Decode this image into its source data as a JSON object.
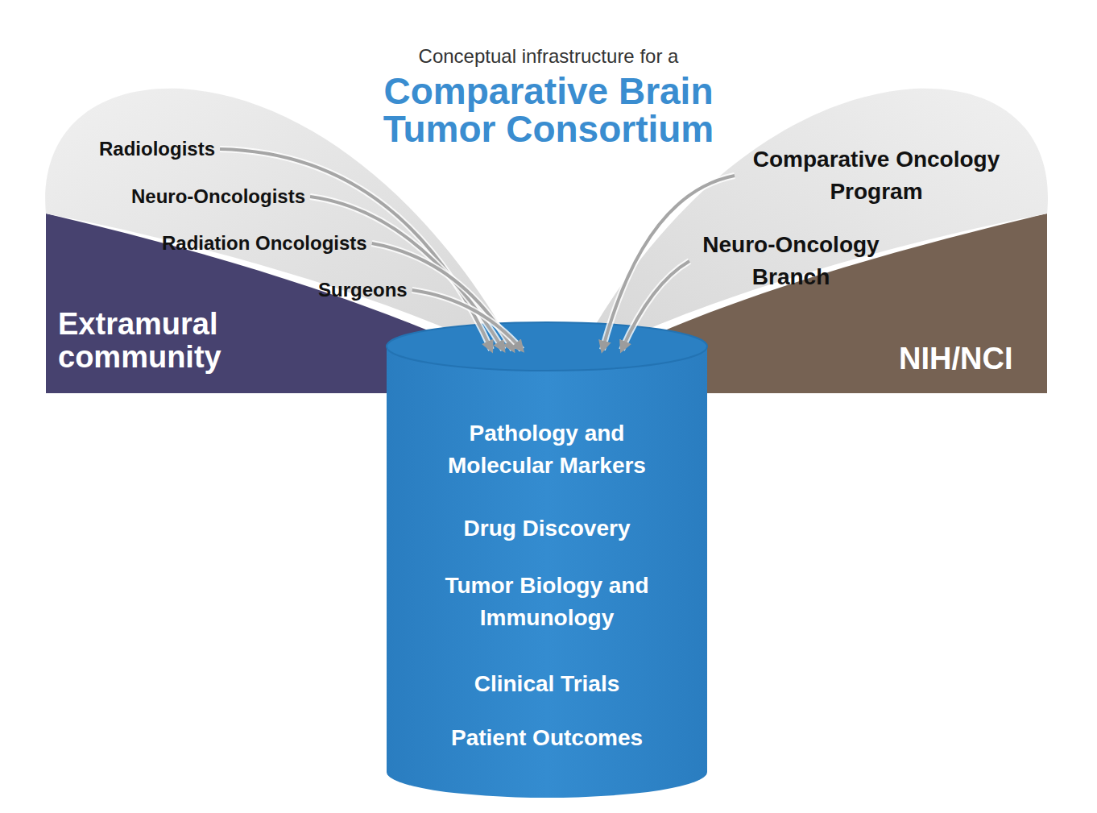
{
  "diagram": {
    "title": "Comparative Brain Tumor Consortium",
    "nodes": [
      {
        "text": [
          "Extramural community"
        ]
      },
      {
        "text": [
          "Radiologists"
        ],
        "in": 0
      },
      {
        "text": [
          "Neuro-Oncologists"
        ],
        "in": 0
      },
      {
        "text": [
          "Radiation Oncologists"
        ],
        "in": 0
      },
      {
        "text": [
          "Surgeons"
        ],
        "in": 0
      },
      {
        "text": [
          "NIH/NCI"
        ]
      },
      {
        "text": [
          "Comparative Oncology Program"
        ],
        "in": 5
      },
      {
        "text": [
          "Neuro-Oncology Branch"
        ],
        "in": 5
      },
      {
        "text": [
          "Pathology and Molecular Markers",
          "Drug Discovery",
          "Tumor Biology and Immunology",
          "Clinical Trials",
          "Patient Outcomes"
        ]
      }
    ],
    "edges": [
      {
        "from": 1,
        "to": 8,
        "arrow": "to"
      },
      {
        "from": 2,
        "to": 8,
        "arrow": "to"
      },
      {
        "from": 3,
        "to": 8,
        "arrow": "to"
      },
      {
        "from": 4,
        "to": 8,
        "arrow": "to"
      },
      {
        "from": 6,
        "to": 8,
        "arrow": "to"
      },
      {
        "from": 7,
        "to": 8,
        "arrow": "to"
      }
    ],
    "labels": [
      "Conceptual infrastructure for a"
    ]
  }
}
